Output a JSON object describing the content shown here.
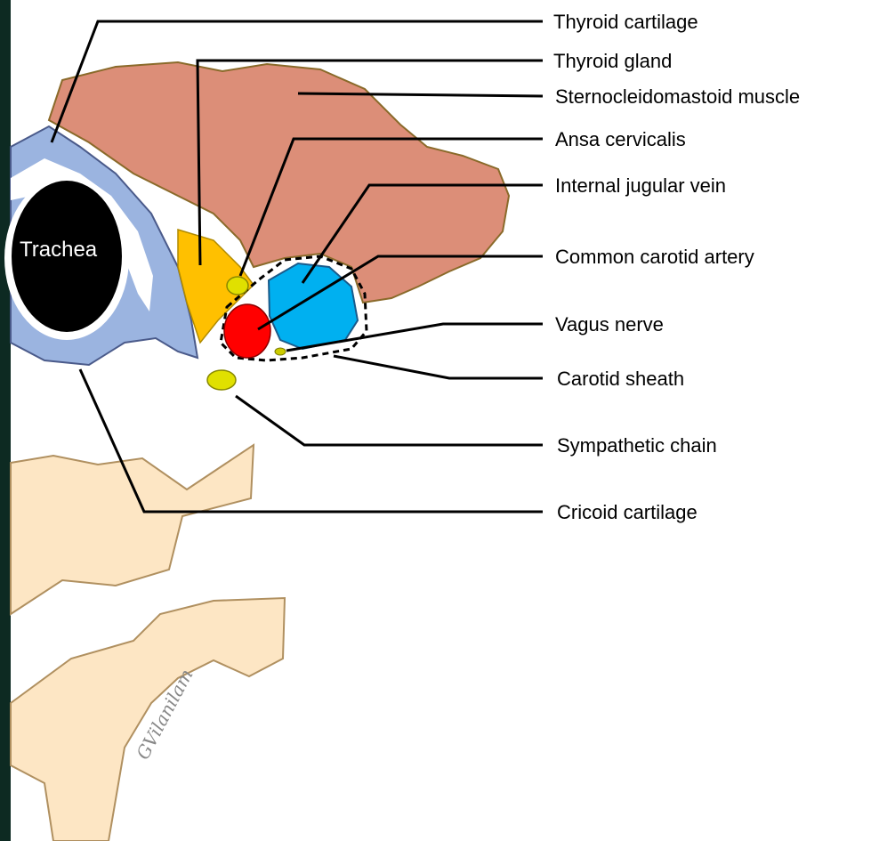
{
  "organ_labels": {
    "trachea": "Trachea"
  },
  "labels": [
    {
      "id": "thyroid-cartilage",
      "text": "Thyroid cartilage"
    },
    {
      "id": "thyroid-gland",
      "text": "Thyroid gland"
    },
    {
      "id": "sternocleidomastoid-muscle",
      "text": "Sternocleidomastoid muscle"
    },
    {
      "id": "ansa-cervicalis",
      "text": "Ansa cervicalis"
    },
    {
      "id": "internal-jugular-vein",
      "text": "Internal jugular vein"
    },
    {
      "id": "common-carotid-artery",
      "text": "Common carotid artery"
    },
    {
      "id": "vagus-nerve",
      "text": "Vagus nerve"
    },
    {
      "id": "carotid-sheath",
      "text": "Carotid sheath"
    },
    {
      "id": "sympathetic-chain",
      "text": "Sympathetic chain"
    },
    {
      "id": "cricoid-cartilage",
      "text": "Cricoid cartilage"
    }
  ],
  "signature": "GVilanilam",
  "colors": {
    "background_frame": "#0d2a22",
    "canvas": "#ffffff",
    "muscle": "#dc8e78",
    "muscle_outline": "#8a6a2a",
    "cartilage": "#9bb4e0",
    "cartilage_outline": "#4a5a8a",
    "trachea": "#000000",
    "thyroid": "#ffc000",
    "vein": "#00b0f0",
    "artery": "#ff0000",
    "nerve": "#cccc00",
    "vertebra": "#fde6c4",
    "vertebra_outline": "#b09060"
  }
}
